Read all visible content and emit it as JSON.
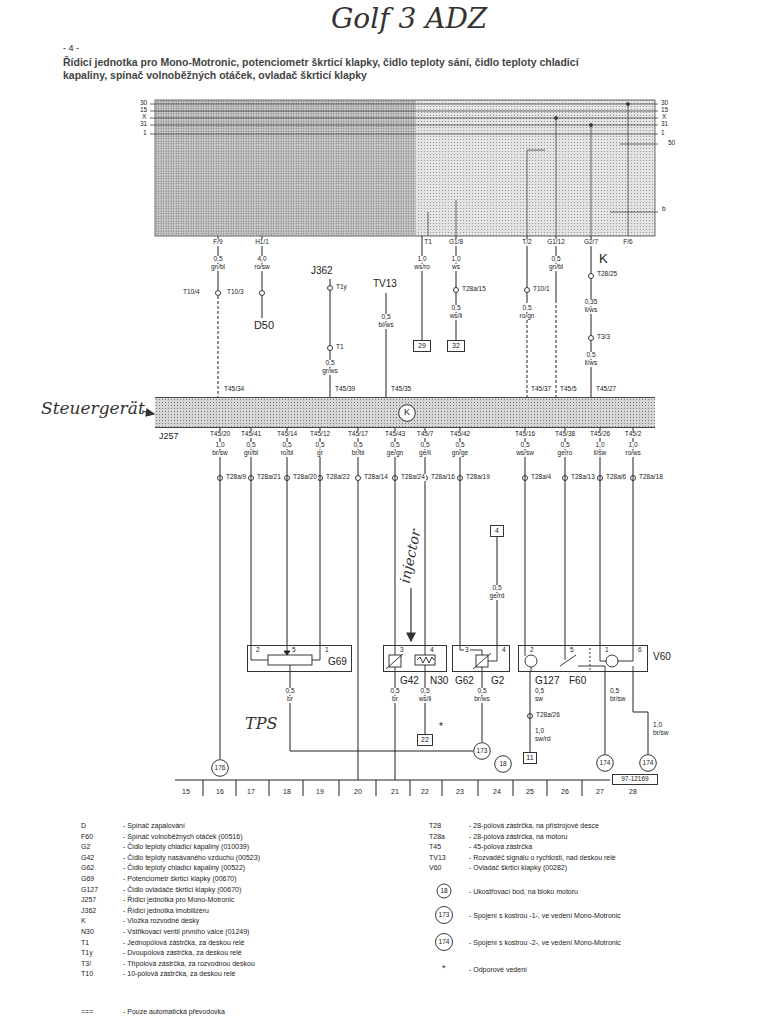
{
  "diagram": {
    "title": "Řídicí jednotka pro Mono-Motronic, potenciometr škrticí klapky, čidlo teploty sání, čidlo teploty chladicí kapaliny, spínač volnoběžných otáček, ovladač škrticí klapky",
    "nodes": [
      {
        "text": [
          "29"
        ]
      },
      {
        "text": [
          "32"
        ]
      },
      {
        "text": [
          "J257"
        ]
      },
      {
        "text": [
          "K"
        ],
        "in": 2
      },
      {
        "text": [
          "4"
        ]
      },
      {
        "text": [
          "G69"
        ]
      },
      {
        "text": [
          "G42",
          "N30"
        ]
      },
      {
        "text": [
          "G62",
          "G2"
        ]
      },
      {
        "text": [
          "G127",
          "F60",
          "V60"
        ]
      },
      {
        "text": [
          "22"
        ]
      },
      {
        "text": [
          "176"
        ]
      },
      {
        "text": [
          "173"
        ]
      },
      {
        "text": [
          "18"
        ]
      },
      {
        "text": [
          "11"
        ]
      },
      {
        "text": [
          "174"
        ]
      },
      {
        "text": [
          "174"
        ]
      },
      {
        "text": [
          "97-12169"
        ]
      }
    ],
    "edges": [
      {
        "from": 2,
        "to": 10,
        "arrow": "none"
      },
      {
        "from": 2,
        "to": 5,
        "arrow": "none"
      },
      {
        "from": 2,
        "to": 5,
        "arrow": "none"
      },
      {
        "from": 2,
        "to": 5,
        "arrow": "none"
      },
      {
        "from": 2,
        "to": 6,
        "arrow": "none"
      },
      {
        "from": 2,
        "to": 6,
        "arrow": "none"
      },
      {
        "from": 2,
        "to": 7,
        "arrow": "none"
      },
      {
        "from": 4,
        "to": 7,
        "arrow": "none"
      },
      {
        "from": 2,
        "to": 8,
        "arrow": "none"
      },
      {
        "from": 2,
        "to": 8,
        "arrow": "none"
      },
      {
        "from": 2,
        "to": 8,
        "arrow": "none"
      },
      {
        "from": 2,
        "to": 8,
        "arrow": "none"
      },
      {
        "from": 5,
        "to": 11,
        "arrow": "none"
      },
      {
        "from": 6,
        "to": 9,
        "arrow": "none"
      },
      {
        "from": 7,
        "to": 11,
        "arrow": "none"
      },
      {
        "from": 8,
        "to": 13,
        "arrow": "none"
      },
      {
        "from": 8,
        "to": 14,
        "arrow": "none"
      },
      {
        "from": 8,
        "to": 15,
        "arrow": "none"
      }
    ],
    "labels": [
      "Golf 3 ADZ",
      "- 4 -",
      "30",
      "15",
      "X",
      "31",
      "1",
      "30",
      "15",
      "X",
      "31",
      "1",
      "50",
      "b",
      "F/9",
      "H1/1",
      "T1",
      "G1/8",
      "T/2",
      "G1/12",
      "G2/7",
      "F/6",
      "0,5",
      "gn/bl",
      "T10/4",
      "4,0",
      "ro/sw",
      "T10/3",
      "D50",
      "J362",
      "T1y",
      "T1",
      "0,5",
      "gr/ws",
      "TV13",
      "0,5",
      "bl/ws",
      "1,0",
      "ws/ro",
      "1,0",
      "ws",
      "T28a/15",
      "0,5",
      "ws/li",
      "T10/1",
      "0,5",
      "ro/gn",
      "0,5",
      "gn/bl",
      "K",
      "T28/25",
      "0,35",
      "li/ws",
      "T3/3",
      "0,5",
      "li/ws",
      "T45/34",
      "T45/39",
      "T45/35",
      "T45/37",
      "T45/5",
      "T45/27",
      "Steuergerät",
      "T45/20",
      "T45/41",
      "T45/14",
      "T45/12",
      "T45/17",
      "T45/43",
      "T45/7",
      "T45/42",
      "T45/16",
      "T45/38",
      "T45/26",
      "T45/2",
      "1,0",
      "br/sw",
      "0,5",
      "gn/bl",
      "0,5",
      "ro/bl",
      "0,5",
      "gr",
      "0,5",
      "br/bl",
      "0,5",
      "ge/gn",
      "0,5",
      "ge/li",
      "0,5",
      "gn/ge",
      "0,5",
      "ws/sw",
      "0,5",
      "ge/ro",
      "1,0",
      "li/sw",
      "1,0",
      "ro/ws",
      "T28a/9",
      "T28a/21",
      "T28a/20",
      "T28a/22",
      "T28a/14",
      "T28a/24",
      "T28a/16",
      "T28a/19",
      "T28a/4",
      "T28a/13",
      "T28a/6",
      "T28a/18",
      "2",
      "5",
      "1",
      "3",
      "4",
      "3",
      "4",
      "2",
      "5",
      "1",
      "6",
      "0,5",
      "br",
      "0,5",
      "br",
      "0,5",
      "ws/li",
      "*",
      "0,5",
      "br/ws",
      "0,5",
      "ge/rd",
      "0,5",
      "sw",
      "T28a/26",
      "1,0",
      "sw/rd",
      "0,5",
      "br/sw",
      "1,0",
      "br/sw",
      "TPS",
      "injector",
      "15",
      "16",
      "17",
      "18",
      "19",
      "20",
      "21",
      "22",
      "23",
      "24",
      "25",
      "26",
      "27",
      "28",
      "D",
      "- Spínač zapalování",
      "F60",
      "- Spínač volnoběžných otáček (00516)",
      "G2",
      "- Čidlo teploty chladicí kapaliny (010039)",
      "G42",
      "- Čidlo teploty nasávaného vzduchu (00523)",
      "G62",
      "- Čidlo teploty chladicí kapaliny (00522)",
      "G69",
      "- Potenciometr škrticí klapky (00670)",
      "G127",
      "- Čidlo ovladače škrticí klapky (00670)",
      "J257",
      "- Řídicí jednotka pro Mono-Motronic",
      "J362",
      "- Řídicí jednotka imobilizéru",
      "K",
      "- Vložka rozvodné desky",
      "N30",
      "- Vstřikovací ventil prvního válce (01249)",
      "T1",
      "- Jednopólová zástrčka, za deskou relé",
      "T1y",
      "- Dvoupólová zástrčka, za deskou relé",
      "T3/",
      "- Třípólová zástrčka, za rozvodnou deskou",
      "T10",
      "- 10-pólová zástrčka, za deskou relé",
      "===",
      "- Pouze automatická převodovka",
      "T28",
      "- 28-pólová zástrčka, na přístrojové desce",
      "T28a",
      "- 28-pólová zástrčka, na motoru",
      "T45",
      "- 45-pólová zástrčka",
      "TV13",
      "- Rozvaděč signálu o rychlosti, nad deskou relé",
      "V60",
      "- Ovladač škrticí klapky (00282)",
      "18",
      "173",
      "174",
      "*",
      "- Odporové vedení"
    ],
    "legend": [
      {
        "text": "- Ukostřovací bod, na bloku motoru"
      },
      {
        "text": "- Spojení s kostrou -1-, ve vedení Mono-Motronic"
      },
      {
        "text": "- Spojení s kostrou -2-, ve vedení Mono-Motronic"
      }
    ]
  }
}
